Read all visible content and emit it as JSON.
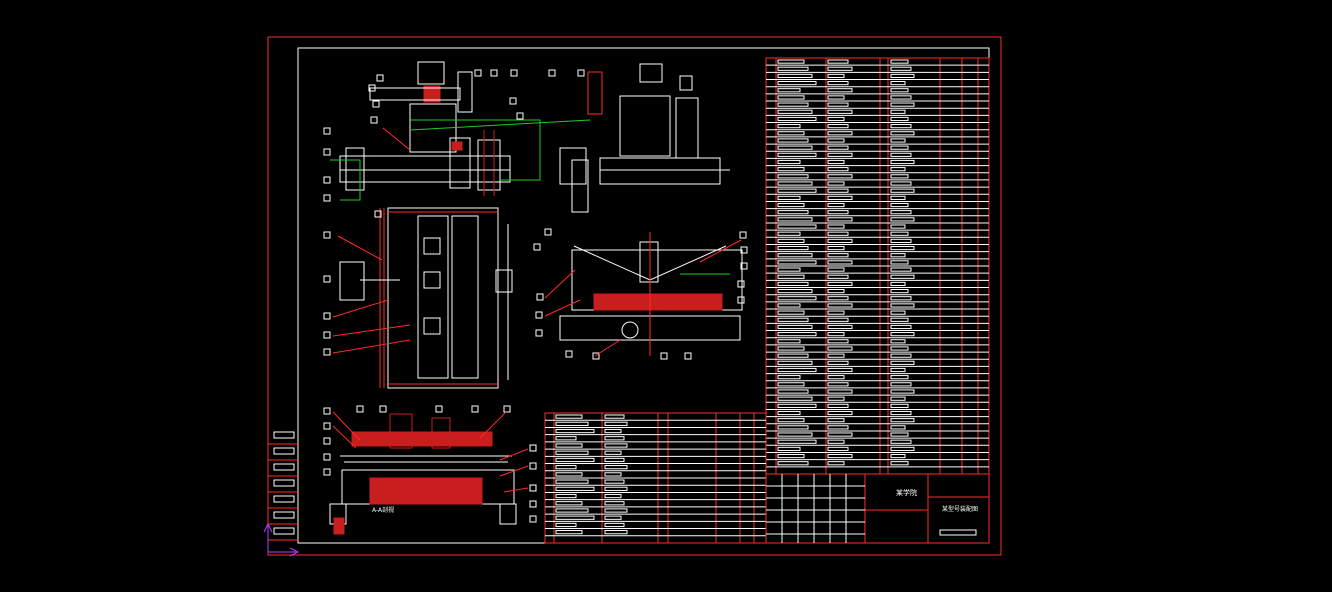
{
  "drawing": {
    "background_color": "#000000",
    "frame_color": "#ff2a2a",
    "line_color": "#ffffff",
    "section_color": "#c81e1e",
    "dimension_color": "#22cc22",
    "ucs_color": "#b040ff",
    "labels": {
      "section_note": "A-A剖视",
      "title_school": "某学院",
      "title_drawing": "某型号装配图"
    },
    "parts_list_rows_right": 58,
    "parts_list_rows_bottom": 18,
    "views": [
      "front-view",
      "side-view",
      "top-view",
      "section-view-a",
      "section-view-b"
    ]
  }
}
